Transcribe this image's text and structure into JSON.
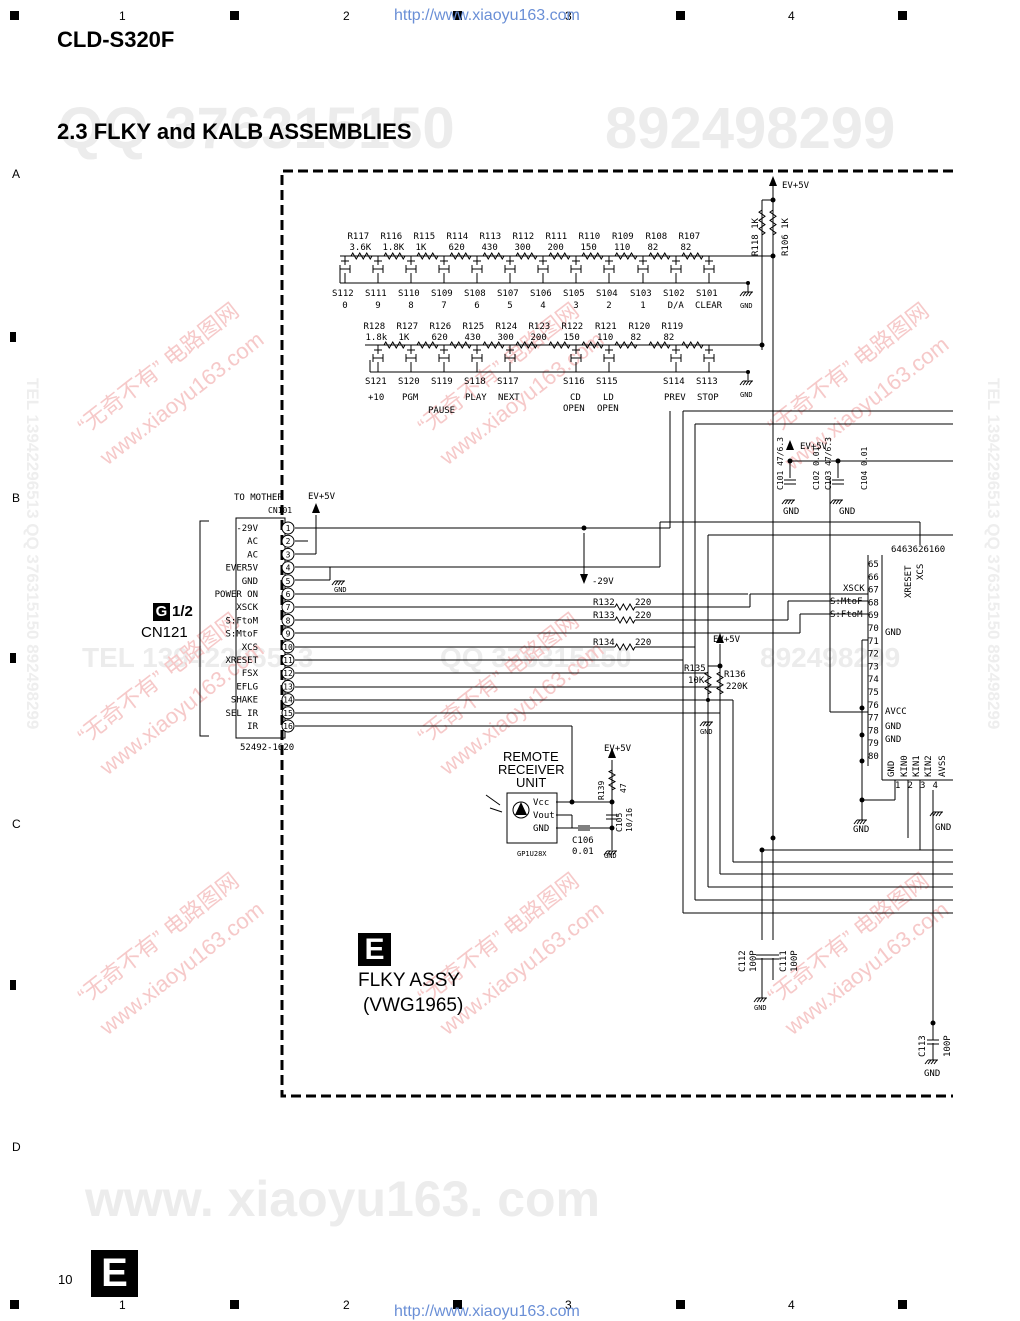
{
  "header": {
    "model": "CLD-S320F",
    "section_title": "2.3 FLKY and KALB ASSEMBLIES",
    "url_top": "http://www.xiaoyu163.com",
    "url_bottom": "http://www.xiaoyu163.com",
    "col_numbers": [
      "1",
      "2",
      "3",
      "4"
    ],
    "row_letters": [
      "A",
      "B",
      "C",
      "D"
    ]
  },
  "watermarks": {
    "big_top": [
      "QQ 376315150",
      "892498299"
    ],
    "big_bottom": "www. xiaoyu163. com",
    "tel_mid": [
      "TEL 13942296513",
      "QQ 376315150",
      "892498299"
    ],
    "diag": "“无奇不有” 电路图网",
    "diag2": "www.xiaoyu163.com",
    "vertical": "TEL 13942296513  QQ 376315150  892498299"
  },
  "footer": {
    "page_number": "10",
    "assembly_badge": "E"
  },
  "schematic": {
    "assembly_badge": "E",
    "assembly_name": "FLKY ASSY",
    "assembly_part": "(VWG1965)",
    "supply": "EV+5V",
    "neg_supply": "-29V",
    "gnd": "GND",
    "top_resistor_row": {
      "refs": [
        "R117",
        "R116",
        "R115",
        "R114",
        "R113",
        "R112",
        "R111",
        "R110",
        "R109",
        "R108",
        "R107"
      ],
      "values": [
        "3.6K",
        "1.8K",
        "1K",
        "620",
        "430",
        "300",
        "200",
        "150",
        "110",
        "82",
        "82"
      ],
      "switches": [
        "S112",
        "S111",
        "S110",
        "S109",
        "S108",
        "S107",
        "S106",
        "S105",
        "S104",
        "S103",
        "S102",
        "S101"
      ],
      "keys": [
        "0",
        "9",
        "8",
        "7",
        "6",
        "5",
        "4",
        "3",
        "2",
        "1",
        "D/A",
        "CLEAR"
      ]
    },
    "bottom_resistor_row": {
      "refs": [
        "R128",
        "R127",
        "R126",
        "R125",
        "R124",
        "R123",
        "R122",
        "R121",
        "R120",
        "R119"
      ],
      "values": [
        "1.8k",
        "1K",
        "620",
        "430",
        "300",
        "200",
        "150",
        "110",
        "82",
        "82"
      ],
      "switches": [
        "S121",
        "S120",
        "S119",
        "S118",
        "S117",
        "S116",
        "S115",
        "S114",
        "S113"
      ],
      "keys": [
        "+10",
        "PGM",
        "PLAY",
        "NEXT",
        "CD",
        "LD",
        "PREV",
        "STOP"
      ],
      "keys2": [
        "PAUSE",
        "OPEN",
        "OPEN"
      ]
    },
    "pullups": [
      {
        "ref": "R118",
        "value": "1K"
      },
      {
        "ref": "R106",
        "value": "1K"
      }
    ],
    "connector": {
      "title": "TO MOTHER",
      "ref": "CN101",
      "part": "52492-1620",
      "link_badge": "G",
      "link_page": "1/2",
      "link_ref": "CN121",
      "pins": [
        "-29V",
        "AC",
        "AC",
        "EVER5V",
        "GND",
        "POWER ON",
        "XSCK",
        "S:FtoM",
        "S:MtoF",
        "XCS",
        "XRESET",
        "FSX",
        "EFLG",
        "SHAKE",
        "SEL IR",
        "IR"
      ],
      "pin_numbers": [
        "1",
        "2",
        "3",
        "4",
        "5",
        "6",
        "7",
        "8",
        "9",
        "10",
        "11",
        "12",
        "13",
        "14",
        "15",
        "16"
      ]
    },
    "series_resistors": [
      {
        "ref": "R132",
        "value": "220"
      },
      {
        "ref": "R133",
        "value": "220"
      },
      {
        "ref": "R134",
        "value": "220"
      }
    ],
    "r135": {
      "ref": "R135",
      "value": "10K"
    },
    "r136": {
      "ref": "R136",
      "value": "220K"
    },
    "caps_top": [
      {
        "ref": "C101",
        "value": "47/6.3"
      },
      {
        "ref": "C102",
        "value": "0.01"
      },
      {
        "ref": "C103",
        "value": "47/6.3"
      },
      {
        "ref": "C104",
        "value": "0.01"
      }
    ],
    "remote": {
      "title_lines": [
        "REMOTE",
        "RECEIVER",
        "UNIT"
      ],
      "pins": [
        "Vcc",
        "Vout",
        "GND"
      ],
      "part": "GP1U28X",
      "r139": {
        "ref": "R139",
        "value": "47"
      },
      "c105": {
        "ref": "C105",
        "value": "10/16"
      },
      "c106": {
        "ref": "C106",
        "value": "0.01"
      }
    },
    "caps_bottom": [
      {
        "ref": "C112",
        "value": "100P"
      },
      {
        "ref": "C111",
        "value": "100P"
      },
      {
        "ref": "C113",
        "value": "100P"
      }
    ],
    "ic": {
      "top_pins": [
        "64",
        "63",
        "62",
        "61",
        "60"
      ],
      "top_labels": [
        "XRESET",
        "XCS"
      ],
      "left_pins": [
        "65",
        "66",
        "67",
        "68",
        "69",
        "70",
        "71",
        "72",
        "73",
        "74",
        "75",
        "76",
        "77",
        "78",
        "79",
        "80"
      ],
      "left_labels": {
        "XSCK": "XSCK",
        "SMTOF": "S:MtoF",
        "SFTOM": "S:FtoM",
        "GND": "GND",
        "AVCC": "AVCC",
        "GND2": "GND",
        "GND3": "GND"
      },
      "bottom_labels": [
        "GND",
        "KIN0",
        "KIN1",
        "KIN2",
        "AVSS"
      ],
      "bottom_pins": [
        "1",
        "2",
        "3",
        "4"
      ]
    }
  }
}
